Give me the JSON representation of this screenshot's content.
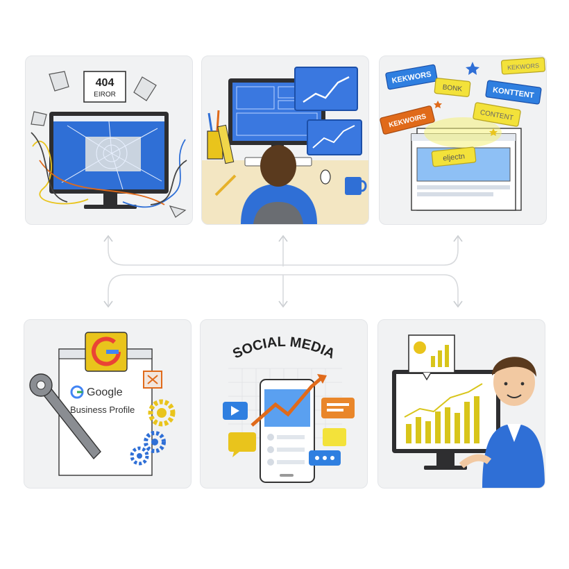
{
  "panels": {
    "broken_site": {
      "code": "404",
      "word": "EIROR"
    },
    "redesign": {},
    "keywords": {
      "tag1": "KEKWORS",
      "tag2": "KEKWOIRS",
      "tag3": "BONK",
      "tag4": "KONTTENT",
      "tag5": "CONTENT",
      "tag6": "KEKWORS",
      "page_word": "eljectn"
    },
    "google_profile": {
      "brand": "Google",
      "product": "Business Profile"
    },
    "social_media": {
      "title": "SOCIAL MEDIA"
    },
    "analytics": {}
  },
  "colors": {
    "blue": "#2f6fd6",
    "light_blue": "#5aa0f0",
    "yellow": "#e9d51c",
    "orange": "#e06a1a",
    "dark": "#333333",
    "connector": "#d7d9dc"
  }
}
